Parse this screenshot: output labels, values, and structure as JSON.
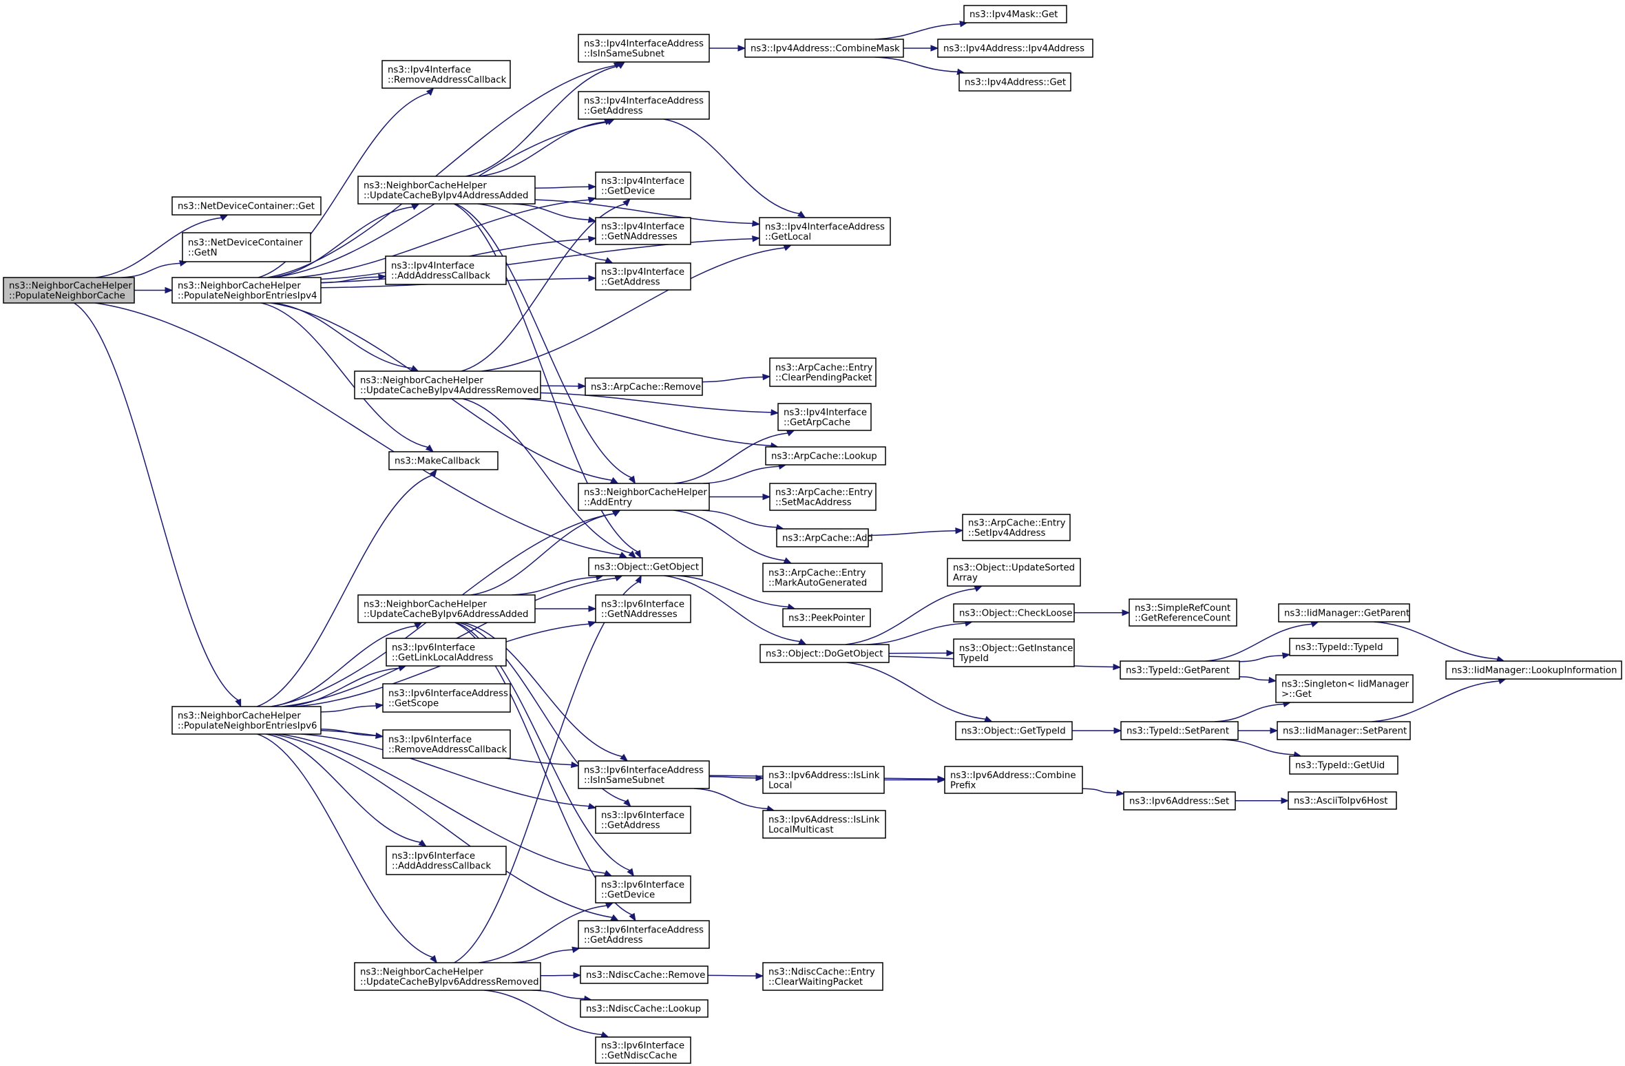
{
  "graph": {
    "kind": "doxygen-call-graph",
    "edge_color": "#191970",
    "root_fill": "#bfbfbf",
    "node_fill": "#ffffff",
    "nodes": [
      {
        "id": "root",
        "lines": [
          "ns3::NeighborCacheHelper",
          "::PopulateNeighborCache"
        ],
        "root": true
      },
      {
        "id": "ndc_get",
        "lines": [
          "ns3::NetDeviceContainer::Get"
        ]
      },
      {
        "id": "ndc_getn",
        "lines": [
          "ns3::NetDeviceContainer",
          "::GetN"
        ]
      },
      {
        "id": "pop4",
        "lines": [
          "ns3::NeighborCacheHelper",
          "::PopulateNeighborEntriesIpv4"
        ]
      },
      {
        "id": "pop6",
        "lines": [
          "ns3::NeighborCacheHelper",
          "::PopulateNeighborEntriesIpv6"
        ]
      },
      {
        "id": "obj_getobj",
        "lines": [
          "ns3::Object::GetObject"
        ]
      },
      {
        "id": "ip4if_remcb",
        "lines": [
          "ns3::Ipv4Interface",
          "::RemoveAddressCallback"
        ]
      },
      {
        "id": "upd4add",
        "lines": [
          "ns3::NeighborCacheHelper",
          "::UpdateCacheByIpv4AddressAdded"
        ]
      },
      {
        "id": "ip4if_addcb",
        "lines": [
          "ns3::Ipv4Interface",
          "::AddAddressCallback"
        ]
      },
      {
        "id": "upd4rem",
        "lines": [
          "ns3::NeighborCacheHelper",
          "::UpdateCacheByIpv4AddressRemoved"
        ]
      },
      {
        "id": "makecb",
        "lines": [
          "ns3::MakeCallback"
        ]
      },
      {
        "id": "ip4ia_subnet",
        "lines": [
          "ns3::Ipv4InterfaceAddress",
          "::IsInSameSubnet"
        ]
      },
      {
        "id": "ip4ia_getaddr",
        "lines": [
          "ns3::Ipv4InterfaceAddress",
          "::GetAddress"
        ]
      },
      {
        "id": "ip4if_getdev",
        "lines": [
          "ns3::Ipv4Interface",
          "::GetDevice"
        ]
      },
      {
        "id": "ip4if_getn",
        "lines": [
          "ns3::Ipv4Interface",
          "::GetNAddresses"
        ]
      },
      {
        "id": "ip4if_getaddr",
        "lines": [
          "ns3::Ipv4Interface",
          "::GetAddress"
        ]
      },
      {
        "id": "ip4ia_getlocal",
        "lines": [
          "ns3::Ipv4InterfaceAddress",
          "::GetLocal"
        ]
      },
      {
        "id": "ip4a_combine",
        "lines": [
          "ns3::Ipv4Address::CombineMask"
        ]
      },
      {
        "id": "ip4mask_get",
        "lines": [
          "ns3::Ipv4Mask::Get"
        ]
      },
      {
        "id": "ip4a_ctor",
        "lines": [
          "ns3::Ipv4Address::Ipv4Address"
        ]
      },
      {
        "id": "ip4a_get",
        "lines": [
          "ns3::Ipv4Address::Get"
        ]
      },
      {
        "id": "arp_remove",
        "lines": [
          "ns3::ArpCache::Remove"
        ]
      },
      {
        "id": "arpe_clearpend",
        "lines": [
          "ns3::ArpCache::Entry",
          "::ClearPendingPacket"
        ]
      },
      {
        "id": "ip4if_getarp",
        "lines": [
          "ns3::Ipv4Interface",
          "::GetArpCache"
        ]
      },
      {
        "id": "arp_lookup",
        "lines": [
          "ns3::ArpCache::Lookup"
        ]
      },
      {
        "id": "addentry",
        "lines": [
          "ns3::NeighborCacheHelper",
          "::AddEntry"
        ]
      },
      {
        "id": "arpe_setmac",
        "lines": [
          "ns3::ArpCache::Entry",
          "::SetMacAddress"
        ]
      },
      {
        "id": "arp_add",
        "lines": [
          "ns3::ArpCache::Add"
        ]
      },
      {
        "id": "arpe_setip4",
        "lines": [
          "ns3::ArpCache::Entry",
          "::SetIpv4Address"
        ]
      },
      {
        "id": "arpe_markauto",
        "lines": [
          "ns3::ArpCache::Entry",
          "::MarkAutoGenerated"
        ]
      },
      {
        "id": "peekptr",
        "lines": [
          "ns3::PeekPointer"
        ]
      },
      {
        "id": "upd6add",
        "lines": [
          "ns3::NeighborCacheHelper",
          "::UpdateCacheByIpv6AddressAdded"
        ]
      },
      {
        "id": "ip6if_getn",
        "lines": [
          "ns3::Ipv6Interface",
          "::GetNAddresses"
        ]
      },
      {
        "id": "ip6if_getll",
        "lines": [
          "ns3::Ipv6Interface",
          "::GetLinkLocalAddress"
        ]
      },
      {
        "id": "ip6ia_scope",
        "lines": [
          "ns3::Ipv6InterfaceAddress",
          "::GetScope"
        ]
      },
      {
        "id": "ip6if_remcb",
        "lines": [
          "ns3::Ipv6Interface",
          "::RemoveAddressCallback"
        ]
      },
      {
        "id": "ip6ia_subnet",
        "lines": [
          "ns3::Ipv6InterfaceAddress",
          "::IsInSameSubnet"
        ]
      },
      {
        "id": "ip6if_getaddr",
        "lines": [
          "ns3::Ipv6Interface",
          "::GetAddress"
        ]
      },
      {
        "id": "ip6if_addcb",
        "lines": [
          "ns3::Ipv6Interface",
          "::AddAddressCallback"
        ]
      },
      {
        "id": "ip6if_getdev",
        "lines": [
          "ns3::Ipv6Interface",
          "::GetDevice"
        ]
      },
      {
        "id": "ip6ia_getaddr",
        "lines": [
          "ns3::Ipv6InterfaceAddress",
          "::GetAddress"
        ]
      },
      {
        "id": "upd6rem",
        "lines": [
          "ns3::NeighborCacheHelper",
          "::UpdateCacheByIpv6AddressRemoved"
        ]
      },
      {
        "id": "ndisc_remove",
        "lines": [
          "ns3::NdiscCache::Remove"
        ]
      },
      {
        "id": "ndisce_clearwait",
        "lines": [
          "ns3::NdiscCache::Entry",
          "::ClearWaitingPacket"
        ]
      },
      {
        "id": "ndisc_lookup",
        "lines": [
          "ns3::NdiscCache::Lookup"
        ]
      },
      {
        "id": "ip6if_getndisc",
        "lines": [
          "ns3::Ipv6Interface",
          "::GetNdiscCache"
        ]
      },
      {
        "id": "obj_dogetobj",
        "lines": [
          "ns3::Object::DoGetObject"
        ]
      },
      {
        "id": "obj_updsorted",
        "lines": [
          "ns3::Object::UpdateSorted",
          "Array"
        ]
      },
      {
        "id": "obj_checkloose",
        "lines": [
          "ns3::Object::CheckLoose"
        ]
      },
      {
        "id": "obj_getinst",
        "lines": [
          "ns3::Object::GetInstance",
          "TypeId"
        ]
      },
      {
        "id": "obj_gettypeid",
        "lines": [
          "ns3::Object::GetTypeId"
        ]
      },
      {
        "id": "src_getref",
        "lines": [
          "ns3::SimpleRefCount",
          "::GetReferenceCount"
        ]
      },
      {
        "id": "tid_getparent",
        "lines": [
          "ns3::TypeId::GetParent"
        ]
      },
      {
        "id": "tid_setparent",
        "lines": [
          "ns3::TypeId::SetParent"
        ]
      },
      {
        "id": "iid_getparent",
        "lines": [
          "ns3::IidManager::GetParent"
        ]
      },
      {
        "id": "tid_ctor",
        "lines": [
          "ns3::TypeId::TypeId"
        ]
      },
      {
        "id": "singleton_get",
        "lines": [
          "ns3::Singleton< IidManager",
          " >::Get"
        ]
      },
      {
        "id": "iid_setparent",
        "lines": [
          "ns3::IidManager::SetParent"
        ]
      },
      {
        "id": "tid_getuid",
        "lines": [
          "ns3::TypeId::GetUid"
        ]
      },
      {
        "id": "iid_lookup",
        "lines": [
          "ns3::IidManager::LookupInformation"
        ]
      },
      {
        "id": "ip6a_islinklocal",
        "lines": [
          "ns3::Ipv6Address::IsLink",
          "Local"
        ]
      },
      {
        "id": "ip6a_islinklocalmc",
        "lines": [
          "ns3::Ipv6Address::IsLink",
          "LocalMulticast"
        ]
      },
      {
        "id": "ip6a_combine",
        "lines": [
          "ns3::Ipv6Address::Combine",
          "Prefix"
        ]
      },
      {
        "id": "ip6a_set",
        "lines": [
          "ns3::Ipv6Address::Set"
        ]
      },
      {
        "id": "asciitoip6",
        "lines": [
          "ns3::AsciiToIpv6Host"
        ]
      }
    ],
    "edges": [
      [
        "root",
        "ndc_get"
      ],
      [
        "root",
        "ndc_getn"
      ],
      [
        "root",
        "pop4"
      ],
      [
        "root",
        "obj_getobj"
      ],
      [
        "root",
        "pop6"
      ],
      [
        "pop4",
        "ip4ia_subnet"
      ],
      [
        "pop4",
        "ip4if_remcb"
      ],
      [
        "pop4",
        "ip4ia_getaddr"
      ],
      [
        "pop4",
        "upd4add"
      ],
      [
        "pop4",
        "ip4if_getdev"
      ],
      [
        "pop4",
        "ip4if_getn"
      ],
      [
        "pop4",
        "ip4if_addcb"
      ],
      [
        "pop4",
        "ip4if_getaddr"
      ],
      [
        "pop4",
        "ip4ia_getlocal"
      ],
      [
        "pop4",
        "upd4rem"
      ],
      [
        "pop4",
        "makecb"
      ],
      [
        "pop4",
        "addentry"
      ],
      [
        "upd4add",
        "ip4ia_subnet"
      ],
      [
        "upd4add",
        "ip4ia_getaddr"
      ],
      [
        "upd4add",
        "ip4ia_getlocal"
      ],
      [
        "upd4add",
        "ip4if_getdev"
      ],
      [
        "upd4add",
        "ip4if_getn"
      ],
      [
        "upd4add",
        "ip4if_getaddr"
      ],
      [
        "upd4add",
        "addentry"
      ],
      [
        "upd4add",
        "obj_getobj"
      ],
      [
        "ip4ia_subnet",
        "ip4a_combine"
      ],
      [
        "ip4ia_getaddr",
        "ip4ia_getlocal"
      ],
      [
        "ip4a_combine",
        "ip4mask_get"
      ],
      [
        "ip4a_combine",
        "ip4a_ctor"
      ],
      [
        "ip4a_combine",
        "ip4a_get"
      ],
      [
        "upd4rem",
        "ip4ia_getlocal"
      ],
      [
        "upd4rem",
        "ip4if_getdev"
      ],
      [
        "upd4rem",
        "arp_remove"
      ],
      [
        "upd4rem",
        "ip4if_getarp"
      ],
      [
        "upd4rem",
        "arp_lookup"
      ],
      [
        "upd4rem",
        "obj_getobj"
      ],
      [
        "arp_remove",
        "arpe_clearpend"
      ],
      [
        "addentry",
        "ip4if_getarp"
      ],
      [
        "addentry",
        "arp_lookup"
      ],
      [
        "addentry",
        "arpe_setmac"
      ],
      [
        "addentry",
        "arp_add"
      ],
      [
        "addentry",
        "arpe_markauto"
      ],
      [
        "arp_add",
        "arpe_setip4"
      ],
      [
        "obj_getobj",
        "peekptr"
      ],
      [
        "obj_getobj",
        "obj_dogetobj"
      ],
      [
        "pop6",
        "makecb"
      ],
      [
        "pop6",
        "addentry"
      ],
      [
        "pop6",
        "obj_getobj"
      ],
      [
        "pop6",
        "upd6add"
      ],
      [
        "pop6",
        "ip6if_getn"
      ],
      [
        "pop6",
        "ip6if_getll"
      ],
      [
        "pop6",
        "ip6ia_scope"
      ],
      [
        "pop6",
        "ip6if_remcb"
      ],
      [
        "pop6",
        "ip6ia_subnet"
      ],
      [
        "pop6",
        "ip6if_getaddr"
      ],
      [
        "pop6",
        "ip6if_addcb"
      ],
      [
        "pop6",
        "ip6if_getdev"
      ],
      [
        "pop6",
        "ip6ia_getaddr"
      ],
      [
        "pop6",
        "upd6rem"
      ],
      [
        "upd6add",
        "addentry"
      ],
      [
        "upd6add",
        "obj_getobj"
      ],
      [
        "upd6add",
        "ip6if_getn"
      ],
      [
        "upd6add",
        "ip6ia_subnet"
      ],
      [
        "upd6add",
        "ip6if_getaddr"
      ],
      [
        "upd6add",
        "ip6if_getdev"
      ],
      [
        "upd6add",
        "ip6ia_getaddr"
      ],
      [
        "upd6rem",
        "obj_getobj"
      ],
      [
        "upd6rem",
        "ip6if_getdev"
      ],
      [
        "upd6rem",
        "ip6ia_getaddr"
      ],
      [
        "upd6rem",
        "ndisc_remove"
      ],
      [
        "upd6rem",
        "ndisc_lookup"
      ],
      [
        "upd6rem",
        "ip6if_getndisc"
      ],
      [
        "ndisc_remove",
        "ndisce_clearwait"
      ],
      [
        "ip6ia_subnet",
        "ip6a_islinklocal"
      ],
      [
        "ip6ia_subnet",
        "ip6a_islinklocalmc"
      ],
      [
        "ip6ia_subnet",
        "ip6a_combine"
      ],
      [
        "ip6a_islinklocal",
        "ip6a_combine"
      ],
      [
        "ip6a_combine",
        "ip6a_set"
      ],
      [
        "ip6a_set",
        "asciitoip6"
      ],
      [
        "obj_dogetobj",
        "obj_updsorted"
      ],
      [
        "obj_dogetobj",
        "obj_checkloose"
      ],
      [
        "obj_dogetobj",
        "obj_getinst"
      ],
      [
        "obj_dogetobj",
        "tid_getparent"
      ],
      [
        "obj_dogetobj",
        "obj_gettypeid"
      ],
      [
        "obj_checkloose",
        "src_getref"
      ],
      [
        "tid_getparent",
        "iid_getparent"
      ],
      [
        "tid_getparent",
        "tid_ctor"
      ],
      [
        "tid_getparent",
        "singleton_get"
      ],
      [
        "obj_gettypeid",
        "tid_setparent"
      ],
      [
        "tid_setparent",
        "singleton_get"
      ],
      [
        "tid_setparent",
        "iid_setparent"
      ],
      [
        "tid_setparent",
        "tid_getuid"
      ],
      [
        "iid_getparent",
        "iid_lookup"
      ],
      [
        "iid_setparent",
        "iid_lookup"
      ]
    ]
  }
}
